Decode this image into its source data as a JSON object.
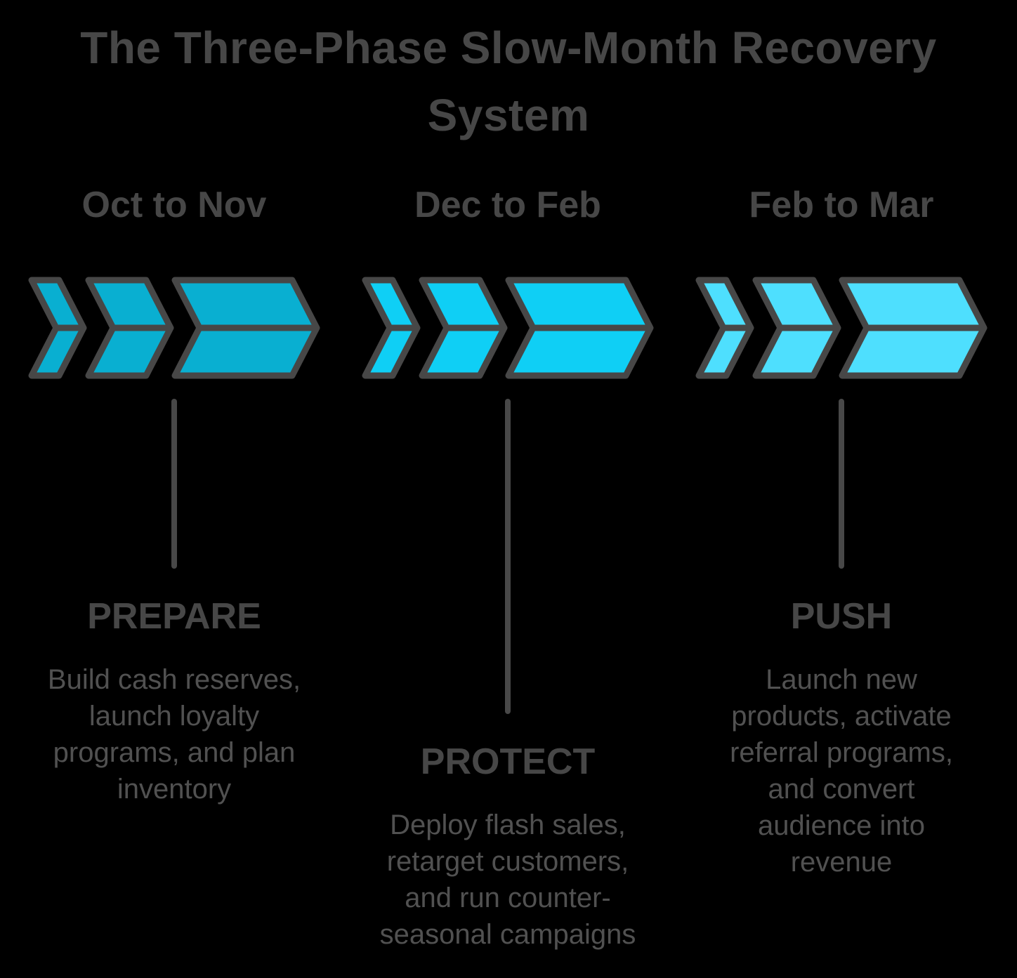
{
  "title": {
    "text": "The Three-Phase Slow-Month Recovery System",
    "lines": [
      "The Three-Phase Slow-Month Recovery",
      "System"
    ]
  },
  "phases": [
    {
      "period": "Oct to Nov",
      "name": "PREPARE",
      "description": "Build cash reserves, launch loyalty programs, and plan inventory",
      "arrow_color": "#09AFD1"
    },
    {
      "period": "Dec to Feb",
      "name": "PROTECT",
      "description": "Deploy flash sales, retarget customers, and run counter-seasonal campaigns",
      "arrow_color": "#0FCFF5"
    },
    {
      "period": "Feb to Mar",
      "name": "PUSH",
      "description": "Launch new products, activate referral programs, and convert audience into revenue",
      "arrow_color": "#4EDFFE"
    }
  ],
  "colors": {
    "background": "#000000",
    "arrow_outline": "#474747",
    "connector_line": "#484848",
    "heading_text": "#474747",
    "body_text": "#515151"
  }
}
